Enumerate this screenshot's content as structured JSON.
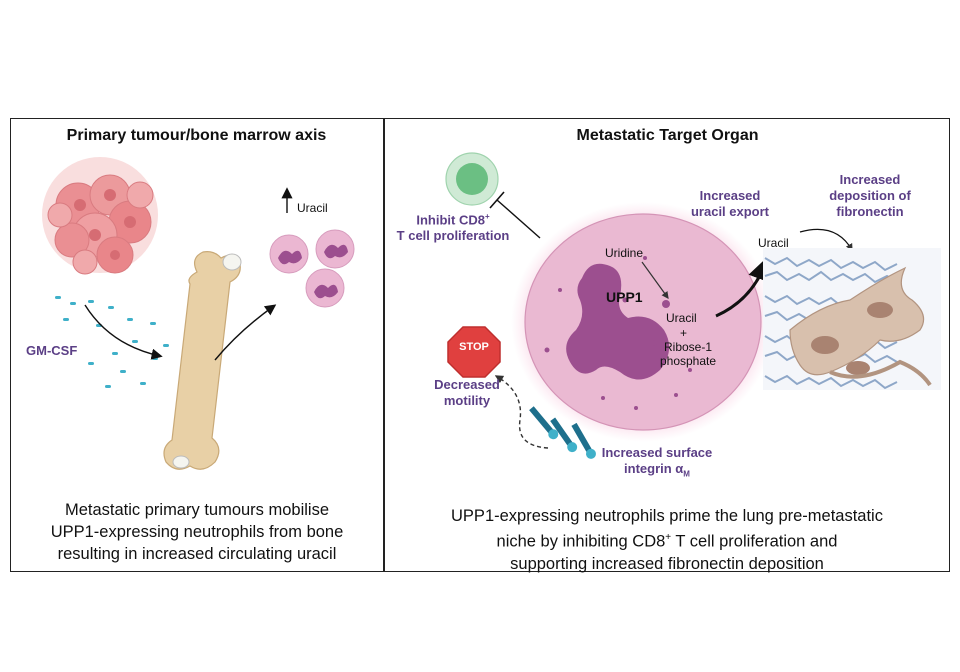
{
  "left_panel": {
    "title": "Primary tumour/bone marrow axis",
    "labels": {
      "uracil": "Uracil",
      "gm_csf": "GM-CSF"
    },
    "caption": [
      "Metastatic primary tumours mobilise",
      "UPP1-expressing neutrophils from bone",
      "resulting in increased circulating uracil"
    ]
  },
  "right_panel": {
    "title": "Metastatic Target Organ",
    "labels": {
      "inhibit_cd8_line1_pre": "Inhibit CD8",
      "inhibit_cd8_sup": "+",
      "inhibit_cd8_line2": "T cell proliferation",
      "uracil_export_line1": "Increased",
      "uracil_export_line2": "uracil export",
      "fibronectin_line1": "Increased",
      "fibronectin_line2": "deposition of",
      "fibronectin_line3": "fibronectin",
      "uridine": "Uridine",
      "upp1": "UPP1",
      "uracil_inner": "Uracil",
      "plus": "+",
      "ribose_line1": "Ribose-1",
      "ribose_line2": "phosphate",
      "uracil_outer": "Uracil",
      "stop": "STOP",
      "motility_line1": "Decreased",
      "motility_line2": "motility",
      "integrin_line1": "Increased surface",
      "integrin_line2_pre": "integrin α",
      "integrin_sub": "M"
    },
    "caption": {
      "line1": "UPP1-expressing neutrophils prime the lung pre-metastatic",
      "line2_pre": "niche by inhibiting CD8",
      "line2_sup": "+",
      "line2_post": " T cell proliferation and",
      "line3": "supporting increased fibronectin deposition"
    }
  },
  "colors": {
    "frame": "#222222",
    "label_purple": "#5b3f86",
    "neutrophil_pink": "#e7b6cf",
    "nucleus_purple": "#9b4f91",
    "tumour_pink": "#e9868a",
    "bone": "#e6cfa5",
    "t_cell_green": "#8fcf9f",
    "stop_red": "#e0403f"
  }
}
